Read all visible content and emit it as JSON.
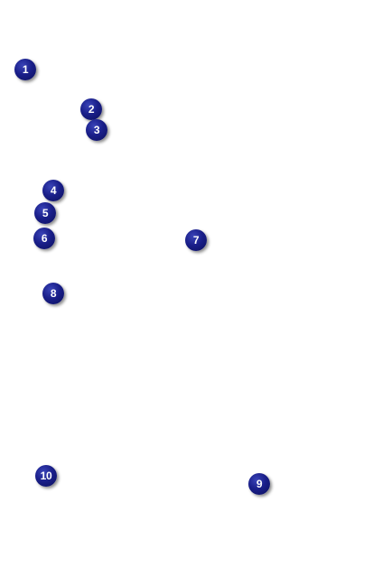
{
  "theme": {
    "background": "#ffffff",
    "marker_color": "#1a1f8a",
    "marker_text_color": "#ffffff"
  },
  "markers": [
    {
      "label": "1"
    },
    {
      "label": "2"
    },
    {
      "label": "3"
    },
    {
      "label": "4"
    },
    {
      "label": "5"
    },
    {
      "label": "6"
    },
    {
      "label": "7"
    },
    {
      "label": "8"
    },
    {
      "label": "9"
    },
    {
      "label": "10"
    }
  ]
}
